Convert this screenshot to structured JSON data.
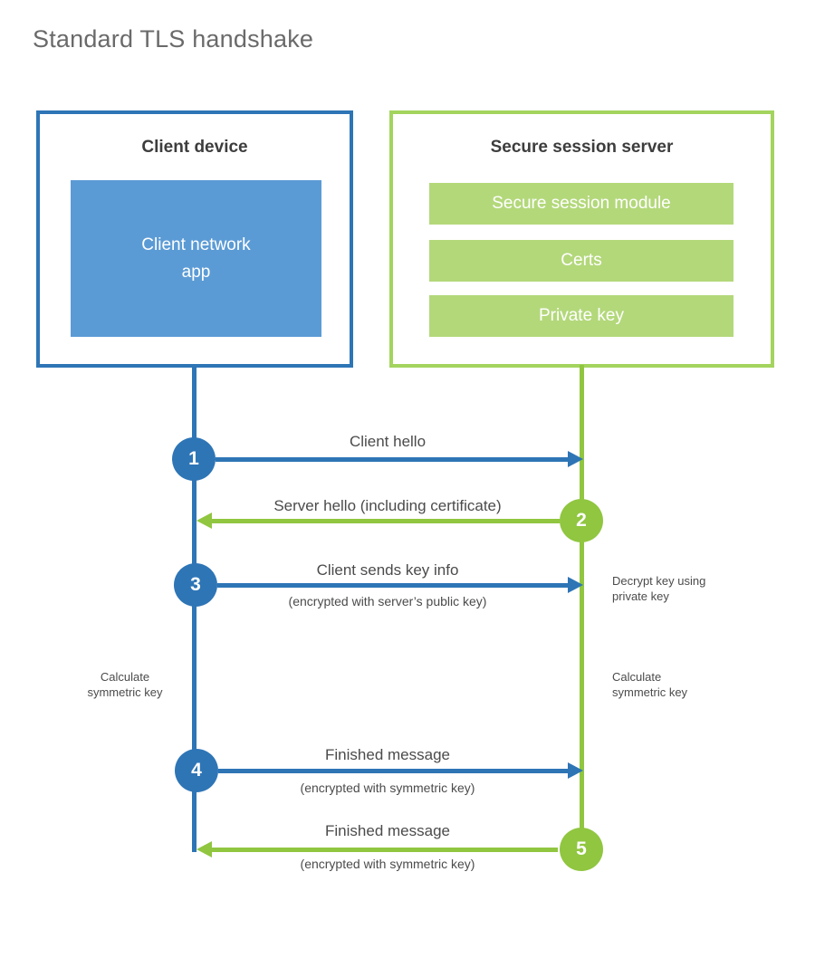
{
  "title": "Standard TLS handshake",
  "colors": {
    "blue": "#2e75b6",
    "blue_fill": "#5b9bd5",
    "green": "#90c640",
    "green_border": "#a3d45e",
    "green_fill": "#b3d87a",
    "text_dark": "#3d3d3d",
    "text_gray": "#4b4b4b",
    "title_gray": "#6a6a6a"
  },
  "client": {
    "title": "Client device",
    "app_label": "Client network\napp"
  },
  "server": {
    "title": "Secure session server",
    "modules": [
      "Secure session module",
      "Certs",
      "Private key"
    ]
  },
  "steps": [
    {
      "num": "1",
      "from": "client",
      "to": "server",
      "label": "Client hello",
      "sublabel": ""
    },
    {
      "num": "2",
      "from": "server",
      "to": "client",
      "label": "Server hello (including certificate)",
      "sublabel": ""
    },
    {
      "num": "3",
      "from": "client",
      "to": "server",
      "label": "Client sends key info",
      "sublabel": "(encrypted with server’s public key)"
    },
    {
      "num": "4",
      "from": "client",
      "to": "server",
      "label": "Finished message",
      "sublabel": "(encrypted with symmetric key)"
    },
    {
      "num": "5",
      "from": "server",
      "to": "client",
      "label": "Finished message",
      "sublabel": "(encrypted with symmetric key)"
    }
  ],
  "annotations": {
    "decrypt_key": "Decrypt key using\nprivate key",
    "calculate_left": "Calculate\nsymmetric key",
    "calculate_right": "Calculate\nsymmetric key"
  }
}
